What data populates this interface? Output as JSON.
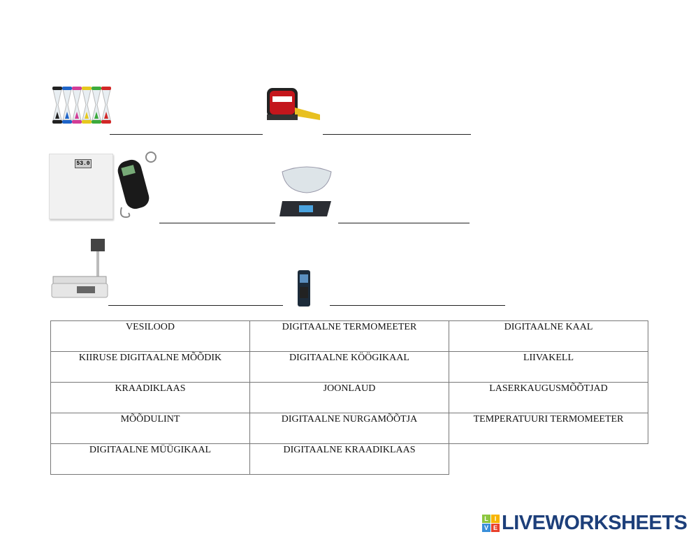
{
  "answers": [
    "",
    "",
    "",
    "",
    "",
    ""
  ],
  "table": {
    "rows": [
      [
        "VESILOOD",
        "DIGITAALNE TERMOMEETER",
        "DIGITAALNE KAAL"
      ],
      [
        "KIIRUSE DIGITAALNE MÕÕDIK",
        "DIGITAALNE KÖÖGIKAAL",
        "LIIVAKELL"
      ],
      [
        "KRAADIKLAAS",
        "JOONLAUD",
        "LASERKAUGUSMÕÕTJAD"
      ],
      [
        "MÕÕDULINT",
        "DIGITAALNE NURGAMÕÕTJA",
        "TEMPERATUURI TERMOMEETER"
      ],
      [
        "DIGITAALNE MÜÜGIKAAL",
        "DIGITAALNE KRAADIKLAAS"
      ]
    ]
  },
  "images": {
    "bathroom_scale_display": "53.0"
  },
  "logo": {
    "text": "LIVEWORKSHEETS",
    "letters": [
      "L",
      "I",
      "V",
      "E"
    ]
  },
  "colors": {
    "logo": "#1d3f7a",
    "border": "#777777"
  }
}
